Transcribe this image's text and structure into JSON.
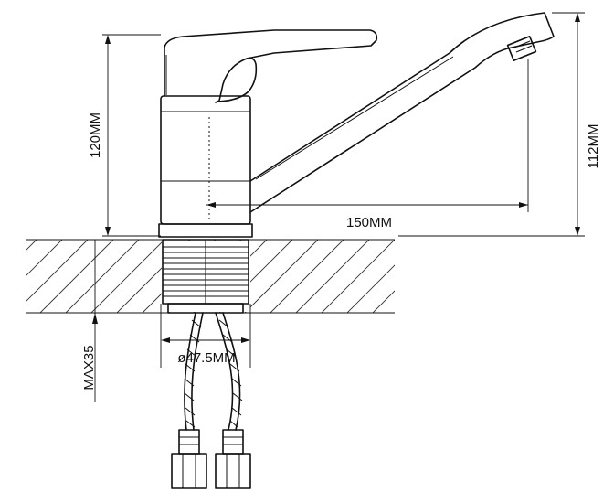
{
  "dimensions": {
    "height_body": "120MM",
    "height_spout": "112MM",
    "spout_reach": "150MM",
    "base_diameter": "ø47.5MM",
    "max_counter_thickness": "MAX35"
  },
  "colors": {
    "line": "#111111",
    "background": "#ffffff"
  }
}
